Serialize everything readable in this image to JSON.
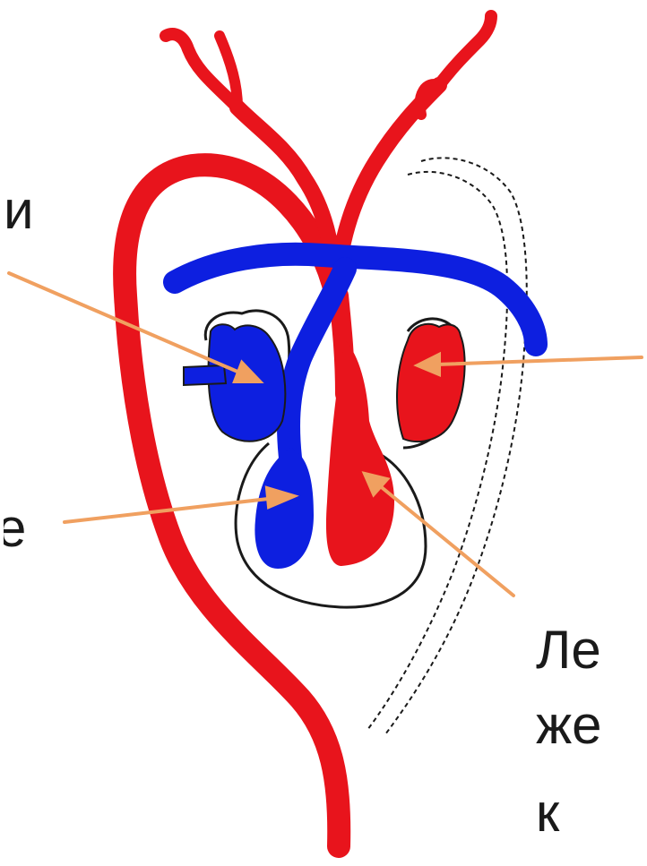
{
  "labels": {
    "upper_left_fragment": "и",
    "lower_left_fragment": "е",
    "right_bottom_line1": "Ле",
    "right_bottom_line2": "же",
    "right_bottom_line3": "к"
  },
  "colors": {
    "arterial": "#e8141c",
    "venous": "#0d1fe0",
    "outline": "#1a1a1a",
    "arrow": "#f0a060"
  }
}
